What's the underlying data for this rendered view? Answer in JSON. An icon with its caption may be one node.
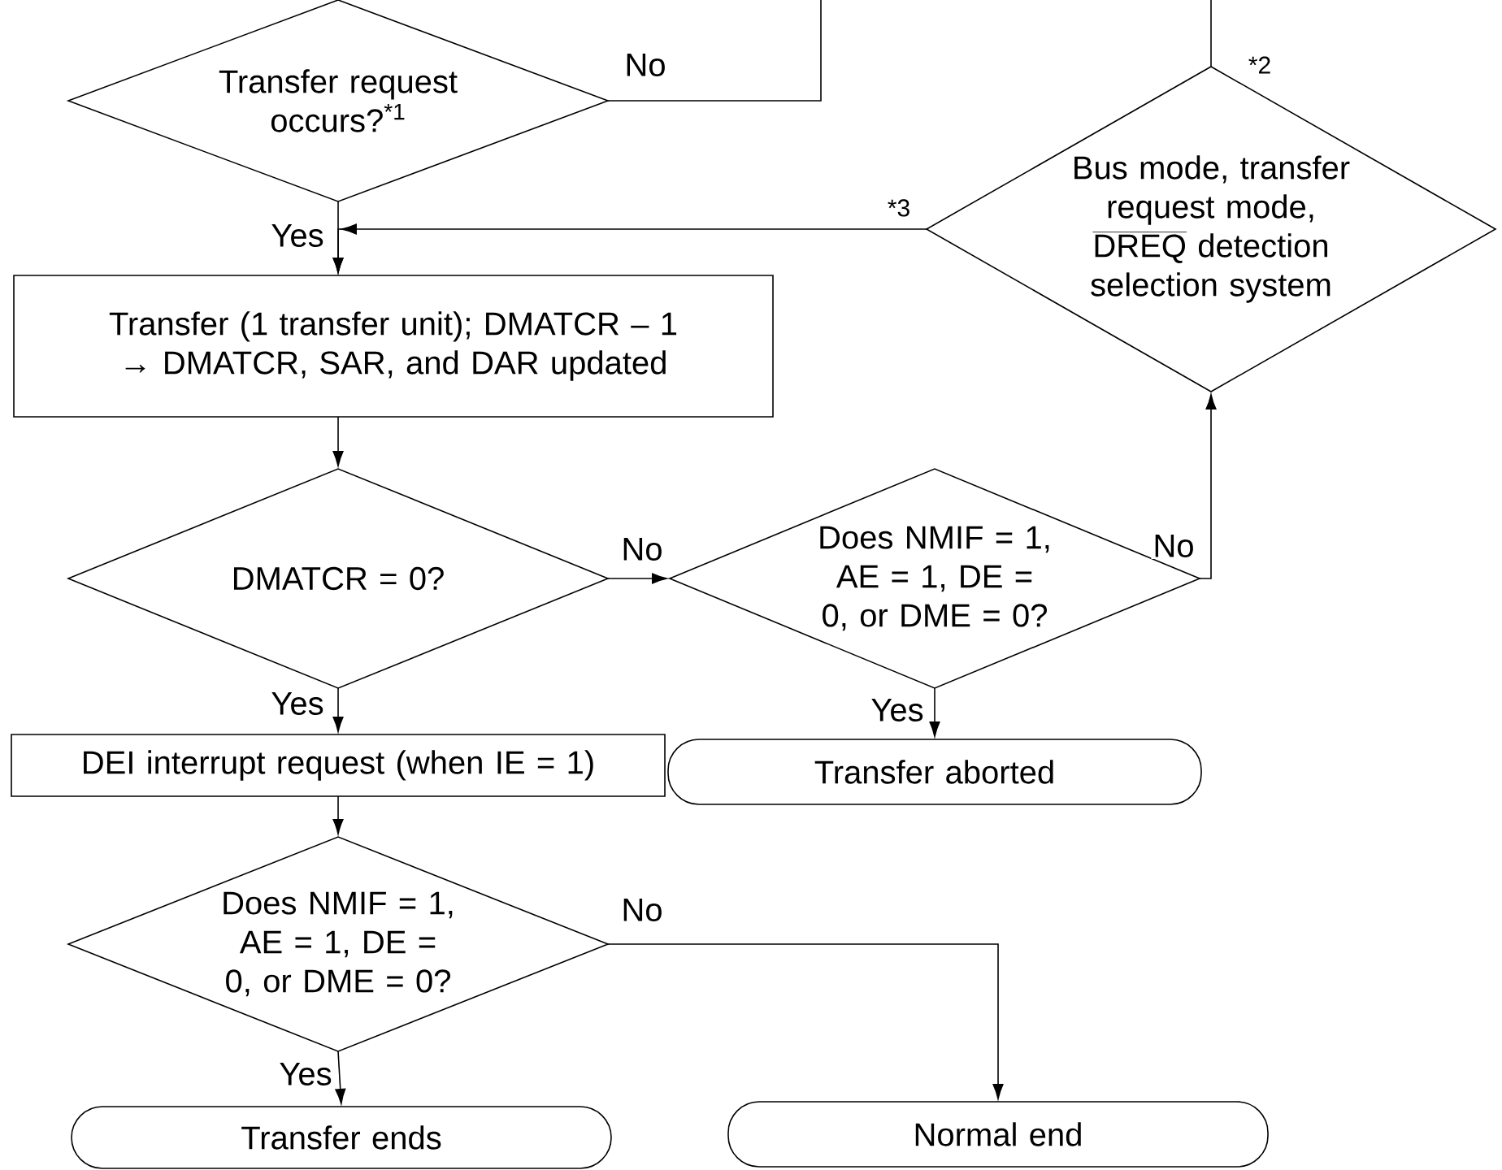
{
  "diagram": {
    "nodes": [
      {
        "text": [
          "Transfer request occurs?$^{*1}$"
        ]
      },
      {
        "text": [
          "Transfer (1 transfer unit); DMATCR – 1 → DMATCR, SAR, and DAR updated"
        ]
      },
      {
        "text": [
          "DMATCR = 0?"
        ]
      },
      {
        "text": [
          "Bus mode, transfer request mode,",
          "DREQ",
          "detection selection system"
        ],
        "beside": [
          "*2",
          "*3"
        ]
      },
      {
        "text": [
          "Does NMIF = 1, AE = 1, DE = 0, or DME = 0?"
        ]
      },
      {
        "text": [
          "DEI interrupt request (when IE = 1)"
        ]
      },
      {
        "text": [
          "Transfer aborted"
        ]
      },
      {
        "text": [
          "Does NMIF = 1, AE = 1, DE = 0, or DME = 0?"
        ]
      },
      {
        "text": [
          "Transfer ends"
        ]
      },
      {
        "text": [
          "Normal end"
        ]
      }
    ],
    "edges": [
      {
        "from": 0,
        "to": 1,
        "arrow": "to",
        "label": "Yes"
      },
      {
        "from": 0,
        "to": null,
        "arrow": "none",
        "label": "No"
      },
      {
        "from": null,
        "to": 3,
        "arrow": "none"
      },
      {
        "from": 3,
        "to": 1,
        "arrow": "to"
      },
      {
        "from": 1,
        "to": 2,
        "arrow": "to"
      },
      {
        "from": 2,
        "to": 4,
        "arrow": "to",
        "label": "No"
      },
      {
        "from": 2,
        "to": 5,
        "arrow": "to",
        "label": "Yes"
      },
      {
        "from": 4,
        "to": 3,
        "arrow": "to",
        "label": "No"
      },
      {
        "from": 4,
        "to": 6,
        "arrow": "to",
        "label": "Yes"
      },
      {
        "from": 5,
        "to": 7,
        "arrow": "to"
      },
      {
        "from": 7,
        "to": 8,
        "arrow": "to",
        "label": "Yes"
      },
      {
        "from": 7,
        "to": 9,
        "arrow": "to",
        "label": "No"
      }
    ]
  }
}
